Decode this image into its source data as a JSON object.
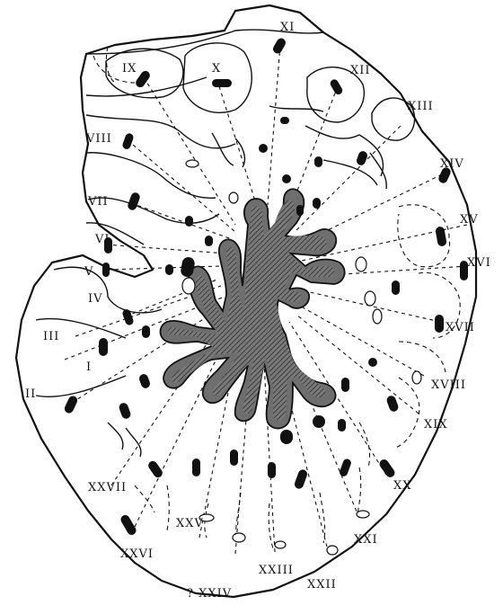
{
  "figure": {
    "labels": {
      "I": "I",
      "II": "II",
      "III": "III",
      "IV": "IV",
      "V": "V",
      "VI": "VI",
      "VII": "VII",
      "VIII": "VIII",
      "IX": "IX",
      "X": "X",
      "XI": "XI",
      "XII": "XII",
      "XIII": "XIII",
      "XIV": "XIV",
      "XV": "XV",
      "XVI": "XVI",
      "XVII": "XVII",
      "XVIII": "XVIII",
      "XIX": "XIX",
      "XX": "XX",
      "XXI": "XXI",
      "XXII": "XXII",
      "XXIII": "XXIII",
      "XXIV": "? XXIV",
      "XXV": "XXV",
      "XXVI": "XXVI",
      "XXVII": "XXVII"
    },
    "colors": {
      "ink": "#111111",
      "cavity_fill": "#6e6e6e",
      "background": "#ffffff"
    }
  }
}
